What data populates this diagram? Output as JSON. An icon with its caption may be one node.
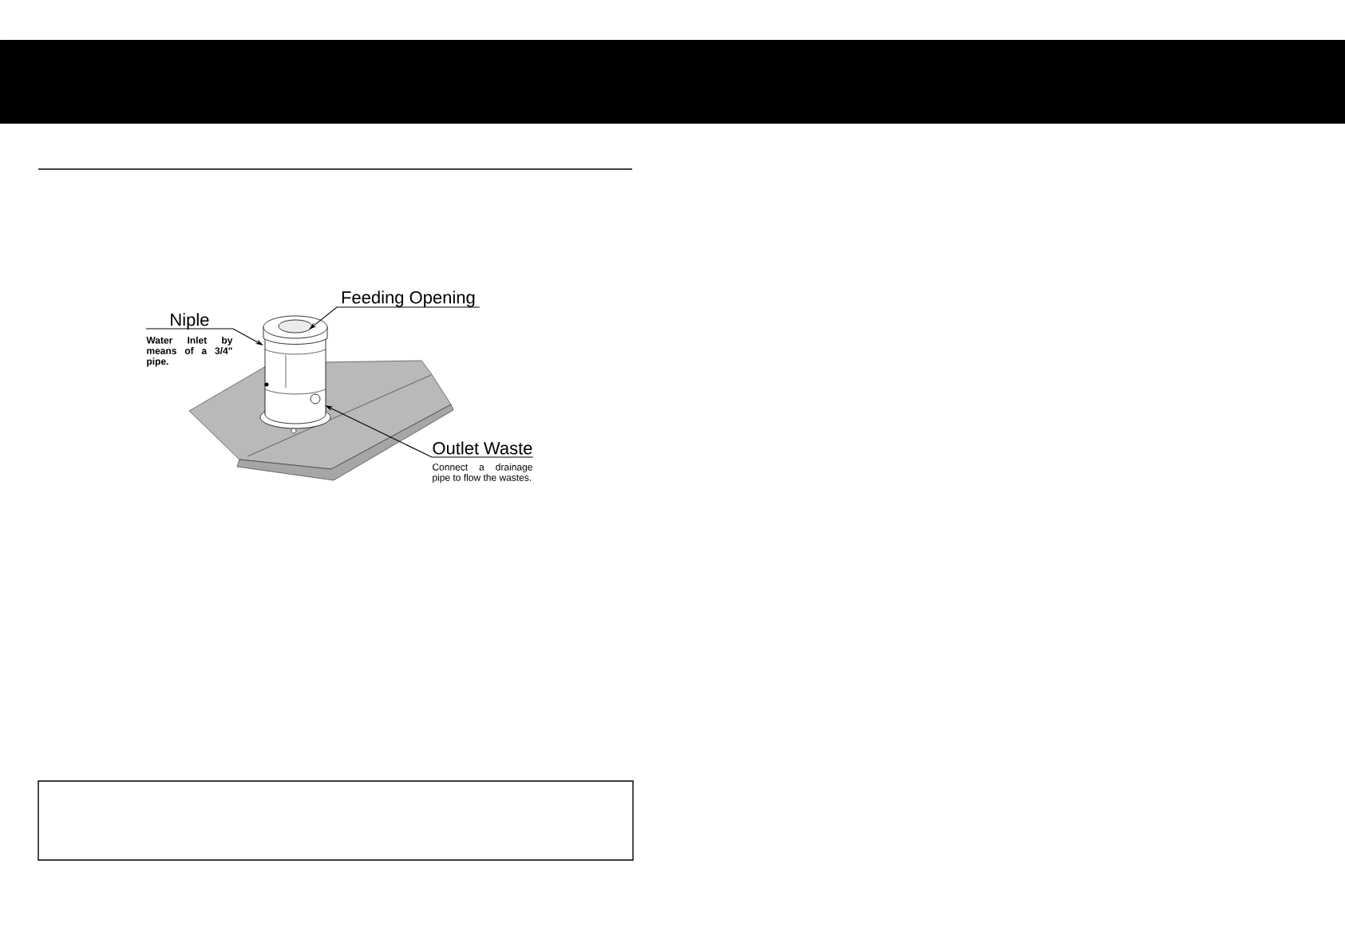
{
  "diagram": {
    "nodes": [
      {
        "text": [
          "Feeding Opening"
        ]
      },
      {
        "text": [
          "Niple",
          "Water Inlet by means of a 3/4\" pipe."
        ]
      },
      {
        "text": [
          "Outlet Waste",
          "Connect a drainage pipe to flow the wastes."
        ]
      }
    ],
    "edges": [
      {
        "from": 0,
        "to": null,
        "arrow": "to"
      },
      {
        "from": 1,
        "to": null,
        "arrow": "to"
      },
      {
        "from": 2,
        "to": null,
        "arrow": "to"
      }
    ]
  }
}
